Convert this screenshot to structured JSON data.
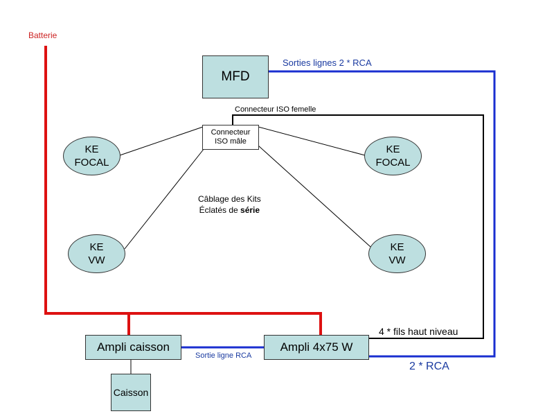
{
  "colors": {
    "power": "#dd1111",
    "rca": "#1a2fd0",
    "speaker": "#000000",
    "box_fill": "#bddfe0",
    "battery_text": "#cc2222",
    "rca_text": "#1a3aa0"
  },
  "labels": {
    "battery": "Batterie",
    "rca_lines": "Sorties lignes 2 * RCA",
    "iso_female": "Connecteur ISO femelle",
    "kits_line1": "Câblage des Kits",
    "kits_line2_prefix": "Éclatés de ",
    "kits_line2_bold": "série",
    "high_level": "4 * fils haut niveau",
    "rca_sub": "Sortie ligne RCA",
    "rca_out": "2 * RCA"
  },
  "components": {
    "mfd": "MFD",
    "iso_male_line1": "Connecteur",
    "iso_male_line2": "ISO mâle",
    "ampli_sub": "Ampli caisson",
    "ampli_main": "Ampli 4x75 W",
    "subwoofer": "Caisson"
  },
  "speakers": {
    "tl": {
      "line1": "KE",
      "line2": "FOCAL"
    },
    "tr": {
      "line1": "KE",
      "line2": "FOCAL"
    },
    "bl": {
      "line1": "KE",
      "line2": "VW"
    },
    "br": {
      "line1": "KE",
      "line2": "VW"
    }
  }
}
